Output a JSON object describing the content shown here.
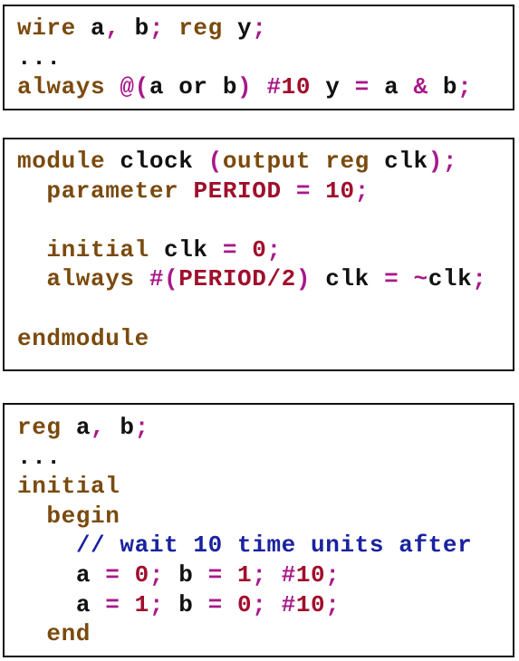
{
  "snippets": [
    {
      "lines": [
        [
          [
            "kw",
            "wire"
          ],
          [
            "gap",
            " "
          ],
          [
            "id",
            "a"
          ],
          [
            "op",
            ","
          ],
          [
            "gap",
            " "
          ],
          [
            "id",
            "b"
          ],
          [
            "op",
            ";"
          ],
          [
            "gap",
            " "
          ],
          [
            "kw",
            "reg"
          ],
          [
            "gap",
            " "
          ],
          [
            "id",
            "y"
          ],
          [
            "op",
            ";"
          ]
        ],
        [
          [
            "id",
            "..."
          ]
        ],
        [
          [
            "kw",
            "always"
          ],
          [
            "gap",
            " "
          ],
          [
            "op",
            "@("
          ],
          [
            "id",
            "a or b"
          ],
          [
            "op",
            ")"
          ],
          [
            "gap",
            " "
          ],
          [
            "op",
            "#"
          ],
          [
            "num",
            "10"
          ],
          [
            "gap",
            " "
          ],
          [
            "id",
            "y"
          ],
          [
            "gap",
            " "
          ],
          [
            "op",
            "="
          ],
          [
            "gap",
            " "
          ],
          [
            "id",
            "a"
          ],
          [
            "gap",
            " "
          ],
          [
            "op",
            "&"
          ],
          [
            "gap",
            " "
          ],
          [
            "id",
            "b"
          ],
          [
            "op",
            ";"
          ]
        ]
      ]
    },
    {
      "lines": [
        [
          [
            "kw",
            "module"
          ],
          [
            "gap",
            " "
          ],
          [
            "id",
            "clock"
          ],
          [
            "gap",
            " "
          ],
          [
            "op",
            "("
          ],
          [
            "kw",
            "output"
          ],
          [
            "gap",
            " "
          ],
          [
            "kw",
            "reg"
          ],
          [
            "gap",
            " "
          ],
          [
            "id",
            "clk"
          ],
          [
            "op",
            ");"
          ]
        ],
        [
          [
            "gap",
            "  "
          ],
          [
            "kw",
            "parameter"
          ],
          [
            "gap",
            " "
          ],
          [
            "num",
            "PERIOD"
          ],
          [
            "gap",
            " "
          ],
          [
            "op",
            "="
          ],
          [
            "gap",
            " "
          ],
          [
            "num",
            "10"
          ],
          [
            "op",
            ";"
          ]
        ],
        [],
        [
          [
            "gap",
            "  "
          ],
          [
            "kw",
            "initial"
          ],
          [
            "gap",
            " "
          ],
          [
            "id",
            "clk"
          ],
          [
            "gap",
            " "
          ],
          [
            "op",
            "="
          ],
          [
            "gap",
            " "
          ],
          [
            "num",
            "0"
          ],
          [
            "op",
            ";"
          ]
        ],
        [
          [
            "gap",
            "  "
          ],
          [
            "kw",
            "always"
          ],
          [
            "gap",
            " "
          ],
          [
            "op",
            "#("
          ],
          [
            "num",
            "PERIOD/2"
          ],
          [
            "op",
            ")"
          ],
          [
            "gap",
            " "
          ],
          [
            "id",
            "clk"
          ],
          [
            "gap",
            " "
          ],
          [
            "op",
            "="
          ],
          [
            "gap",
            " "
          ],
          [
            "op",
            "~"
          ],
          [
            "id",
            "clk"
          ],
          [
            "op",
            ";"
          ]
        ],
        [],
        [
          [
            "kw",
            "endmodule"
          ]
        ]
      ]
    },
    {
      "lines": [
        [
          [
            "kw",
            "reg"
          ],
          [
            "gap",
            " "
          ],
          [
            "id",
            "a"
          ],
          [
            "op",
            ","
          ],
          [
            "gap",
            " "
          ],
          [
            "id",
            "b"
          ],
          [
            "op",
            ";"
          ]
        ],
        [
          [
            "id",
            "..."
          ]
        ],
        [
          [
            "kw",
            "initial"
          ]
        ],
        [
          [
            "gap",
            "  "
          ],
          [
            "kw",
            "begin"
          ]
        ],
        [
          [
            "gap",
            "    "
          ],
          [
            "cm",
            "// wait 10 time units after"
          ]
        ],
        [
          [
            "gap",
            "    "
          ],
          [
            "id",
            "a"
          ],
          [
            "gap",
            " "
          ],
          [
            "op",
            "="
          ],
          [
            "gap",
            " "
          ],
          [
            "num",
            "0"
          ],
          [
            "op",
            ";"
          ],
          [
            "gap",
            " "
          ],
          [
            "id",
            "b"
          ],
          [
            "gap",
            " "
          ],
          [
            "op",
            "="
          ],
          [
            "gap",
            " "
          ],
          [
            "num",
            "1"
          ],
          [
            "op",
            ";"
          ],
          [
            "gap",
            " "
          ],
          [
            "op",
            "#"
          ],
          [
            "num",
            "10"
          ],
          [
            "op",
            ";"
          ]
        ],
        [
          [
            "gap",
            "    "
          ],
          [
            "id",
            "a"
          ],
          [
            "gap",
            " "
          ],
          [
            "op",
            "="
          ],
          [
            "gap",
            " "
          ],
          [
            "num",
            "1"
          ],
          [
            "op",
            ";"
          ],
          [
            "gap",
            " "
          ],
          [
            "id",
            "b"
          ],
          [
            "gap",
            " "
          ],
          [
            "op",
            "="
          ],
          [
            "gap",
            " "
          ],
          [
            "num",
            "0"
          ],
          [
            "op",
            ";"
          ],
          [
            "gap",
            " "
          ],
          [
            "op",
            "#"
          ],
          [
            "num",
            "10"
          ],
          [
            "op",
            ";"
          ]
        ],
        [
          [
            "gap",
            "  "
          ],
          [
            "kw",
            "end"
          ]
        ]
      ]
    }
  ]
}
